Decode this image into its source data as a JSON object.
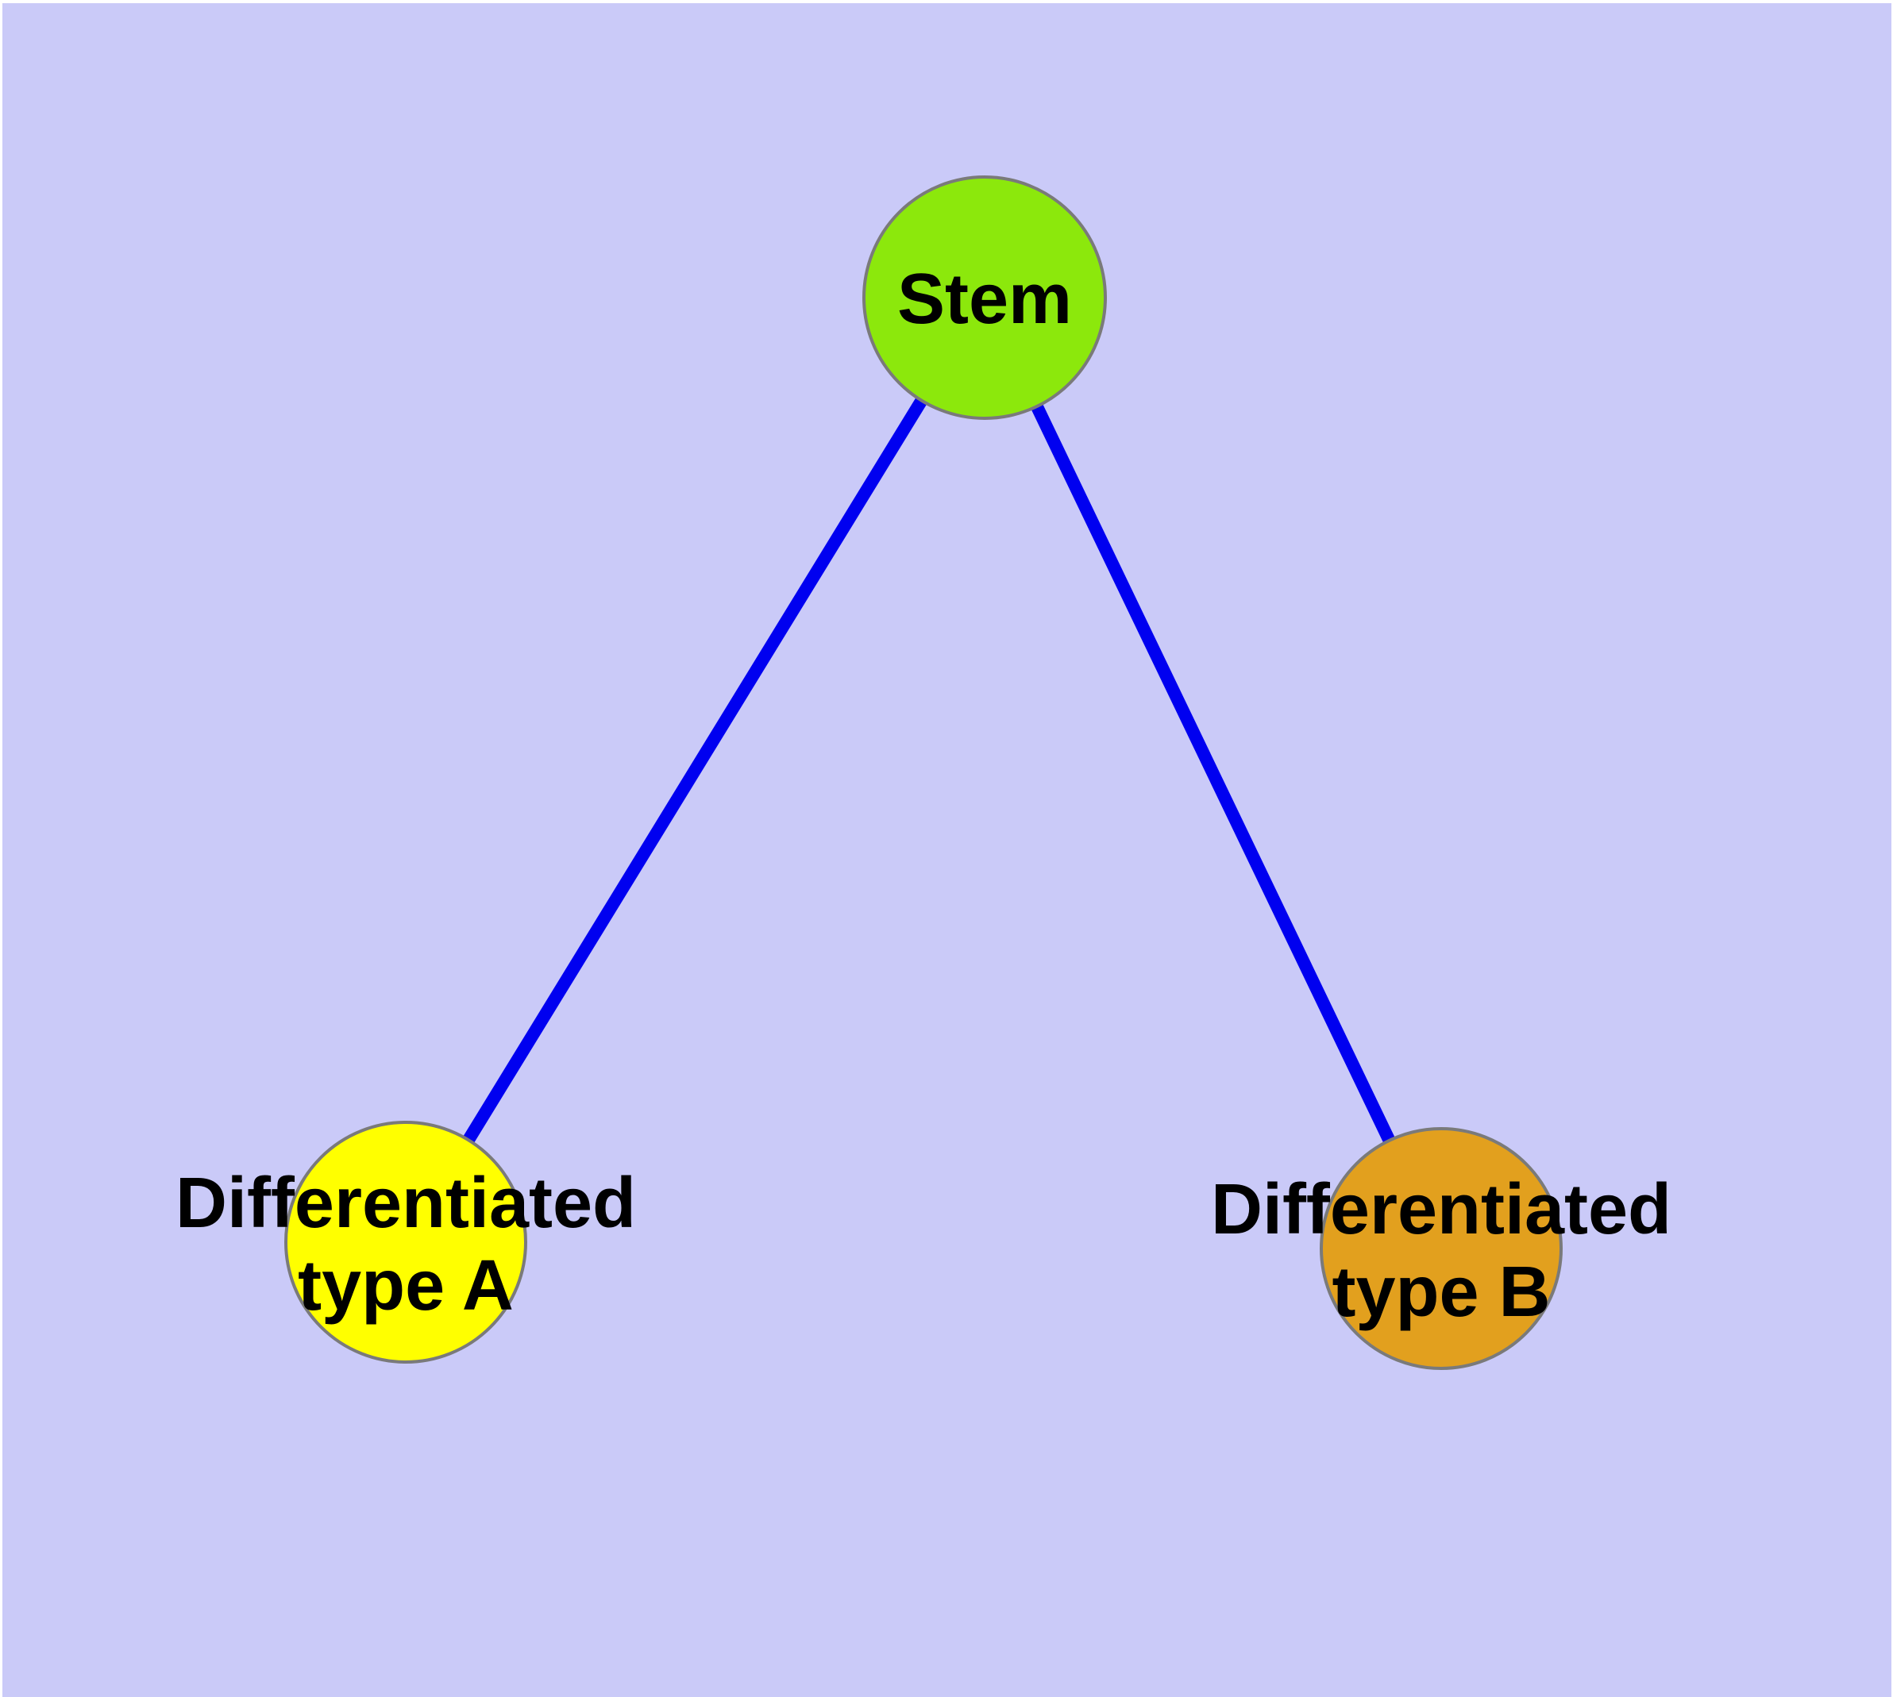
{
  "diagram": {
    "background_color": "#cacaf8",
    "node_border_color": "#7a7a7a",
    "edge_color": "#0000f0",
    "label_color": "#000000",
    "nodes": {
      "stem": {
        "label": "Stem",
        "fill": "#8ce80c"
      },
      "type_a": {
        "label_line1": "Differentiated",
        "label_line2": "type A",
        "fill": "#ffff00"
      },
      "type_b": {
        "label_line1": "Differentiated",
        "label_line2": "type B",
        "fill": "#e2a01e"
      }
    },
    "edges": [
      {
        "from": "Stem",
        "to": "Differentiated type A"
      },
      {
        "from": "Stem",
        "to": "Differentiated type B"
      }
    ]
  }
}
